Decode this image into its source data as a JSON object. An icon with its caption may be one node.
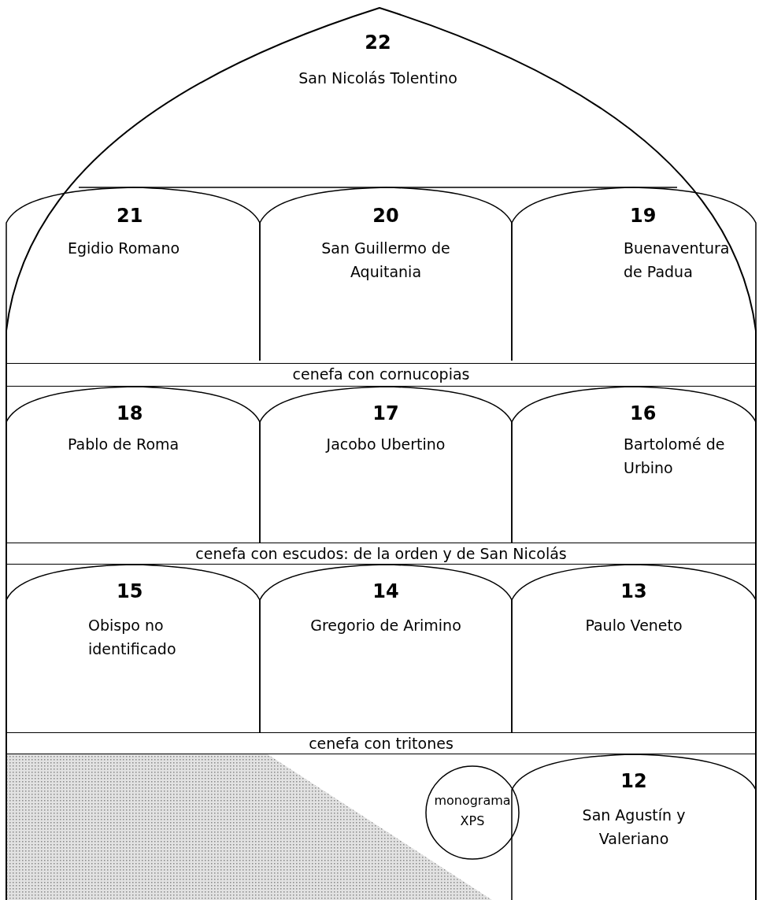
{
  "diagram": {
    "nodes": [
      {
        "text": [
          "22",
          "San Nicolás Tolentino"
        ]
      },
      {
        "text": [
          "21",
          "Egidio Romano"
        ]
      },
      {
        "text": [
          "20",
          "San Guillermo de Aquitania"
        ]
      },
      {
        "text": [
          "19",
          "Buenaventura de Padua"
        ]
      },
      {
        "text": [
          "cenefa con cornucopias"
        ]
      },
      {
        "text": [
          "18",
          "Pablo de Roma"
        ]
      },
      {
        "text": [
          "17",
          "Jacobo Ubertino"
        ]
      },
      {
        "text": [
          "16",
          "Bartolomé de Urbino"
        ]
      },
      {
        "text": [
          "cenefa con escudos: de la orden y de San Nicolás"
        ]
      },
      {
        "text": [
          "15",
          "Obispo no identificado"
        ]
      },
      {
        "text": [
          "14",
          "Gregorio de Arimino"
        ]
      },
      {
        "text": [
          "13",
          "Paulo Veneto"
        ]
      },
      {
        "text": [
          "cenefa con tritones"
        ]
      },
      {
        "text": [
          "monograma XPS"
        ]
      },
      {
        "text": [
          "12",
          "San Agustín y Valeriano"
        ]
      }
    ]
  }
}
